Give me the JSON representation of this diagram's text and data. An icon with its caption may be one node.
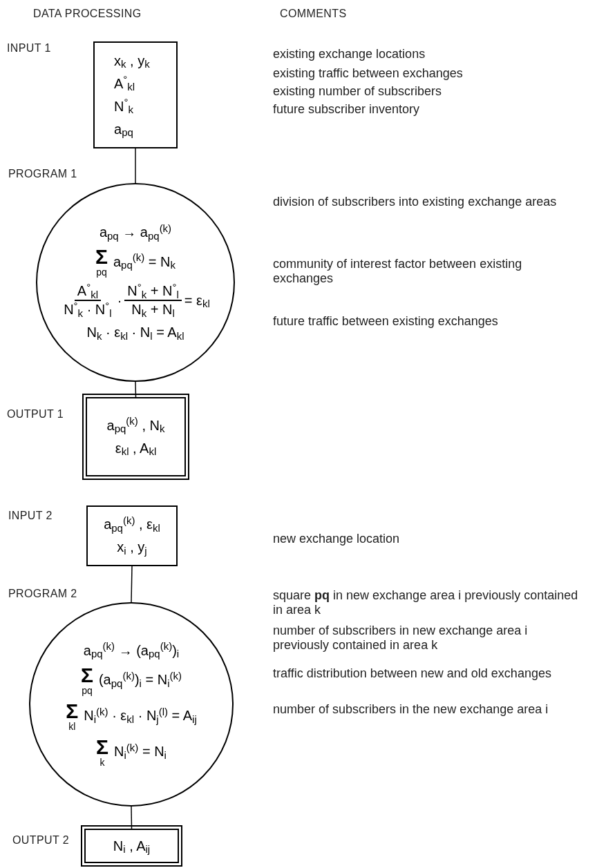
{
  "diagram": {
    "nodes": [
      {
        "text": [
          "INPUT 1",
          "x$_{k}$ , y$_{k}$",
          "A$^{°}$$_{kl}$",
          "N$^{°}$$_{k}$",
          "a$_{pq}$"
        ]
      },
      {
        "text": [
          "PROGRAM 1",
          "a$_{pq}$ → a$_{pq}$$^{(k)}$",
          "Σ",
          "pq",
          "a$_{pq}$$^{(k)}$ = N$_{k}$",
          "A$^{°}$$_{kl}$",
          "N$^{°}$$_{k}$ · N$^{°}$$_{l}$",
          "·",
          "N$^{°}$$_{k}$ + N$^{°}$$_{l}$",
          "N$_{k}$ + N$_{l}$",
          "= ε$_{kl}$",
          "N$_{k}$ · ε$_{kl}$ · N$_{l}$ = A$_{kl}$"
        ]
      },
      {
        "text": [
          "OUTPUT 1",
          "a$_{pq}$$^{(k)}$ , N$_{k}$",
          "ε$_{kl}$ , A$_{kl}$"
        ]
      },
      {
        "text": [
          "INPUT 2",
          "a$_{pq}$$^{(k)}$ , ε$_{kl}$",
          "x$_{i}$ , y$_{j}$"
        ]
      },
      {
        "text": [
          "PROGRAM 2",
          "a$_{pq}$$^{(k)}$ → (a$_{pq}$$^{(k)}$)$_{i}$",
          "Σ",
          "pq",
          "(a$_{pq}$$^{(k)}$)$_{i}$ = N$_{i}$$^{(k)}$",
          "Σ",
          "kl",
          "N$_{i}$$^{(k)}$ · ε$_{kl}$ · N$_{j}$$^{(l)}$ = A$_{ij}$",
          "Σ",
          "k",
          "N$_{i}$$^{(k)}$ = N$_{i}$"
        ]
      },
      {
        "text": [
          "OUTPUT 2",
          "N$_{i}$ , A$_{ij}$"
        ]
      }
    ],
    "edges": [
      {
        "from": 0,
        "to": 1,
        "arrow": "none"
      },
      {
        "from": 1,
        "to": 2,
        "arrow": "none"
      },
      {
        "from": 3,
        "to": 4,
        "arrow": "none"
      },
      {
        "from": 4,
        "to": 5,
        "arrow": "none"
      }
    ],
    "labels": [
      "DATA PROCESSING",
      "COMMENTS",
      "existing exchange locations",
      "existing traffic between exchanges",
      "existing number of subscribers",
      "future subscriber inventory",
      "division of subscribers into existing exchange areas",
      "community of interest factor between existing exchanges",
      "future traffic between existing exchanges",
      "new exchange location",
      "square **pq** in new exchange area i previously contained in area k",
      "number of subscribers in new exchange area i previously contained in area k",
      "traffic distribution between new and old exchanges",
      "number of subscribers in the new exchange area i"
    ]
  }
}
